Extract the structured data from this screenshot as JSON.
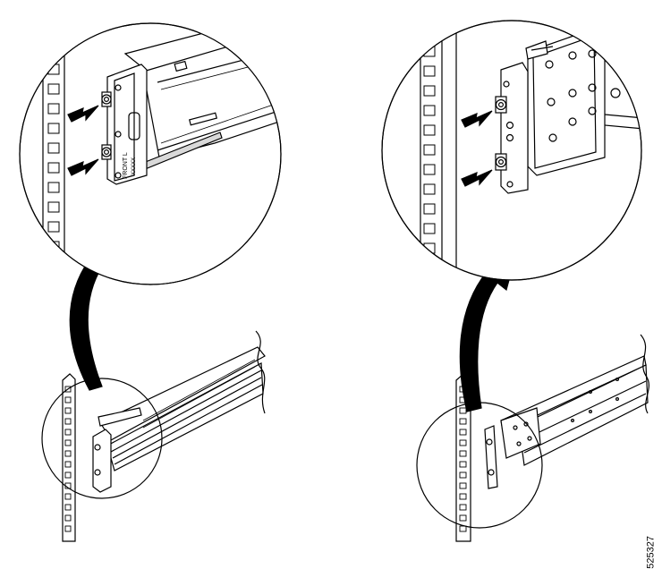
{
  "figure": {
    "figure_number": "525327",
    "panels": [
      {
        "id": "left",
        "rail_label": "FRONT L",
        "rail_sub_label": "XXXXX",
        "detail_arrows": 2,
        "callout_arrow": "curved-up"
      },
      {
        "id": "right",
        "detail_arrows": 2,
        "callout_arrow": "curved-up"
      }
    ]
  },
  "colors": {
    "line": "#000000",
    "background": "#ffffff",
    "shade": "#d9d9d9"
  }
}
